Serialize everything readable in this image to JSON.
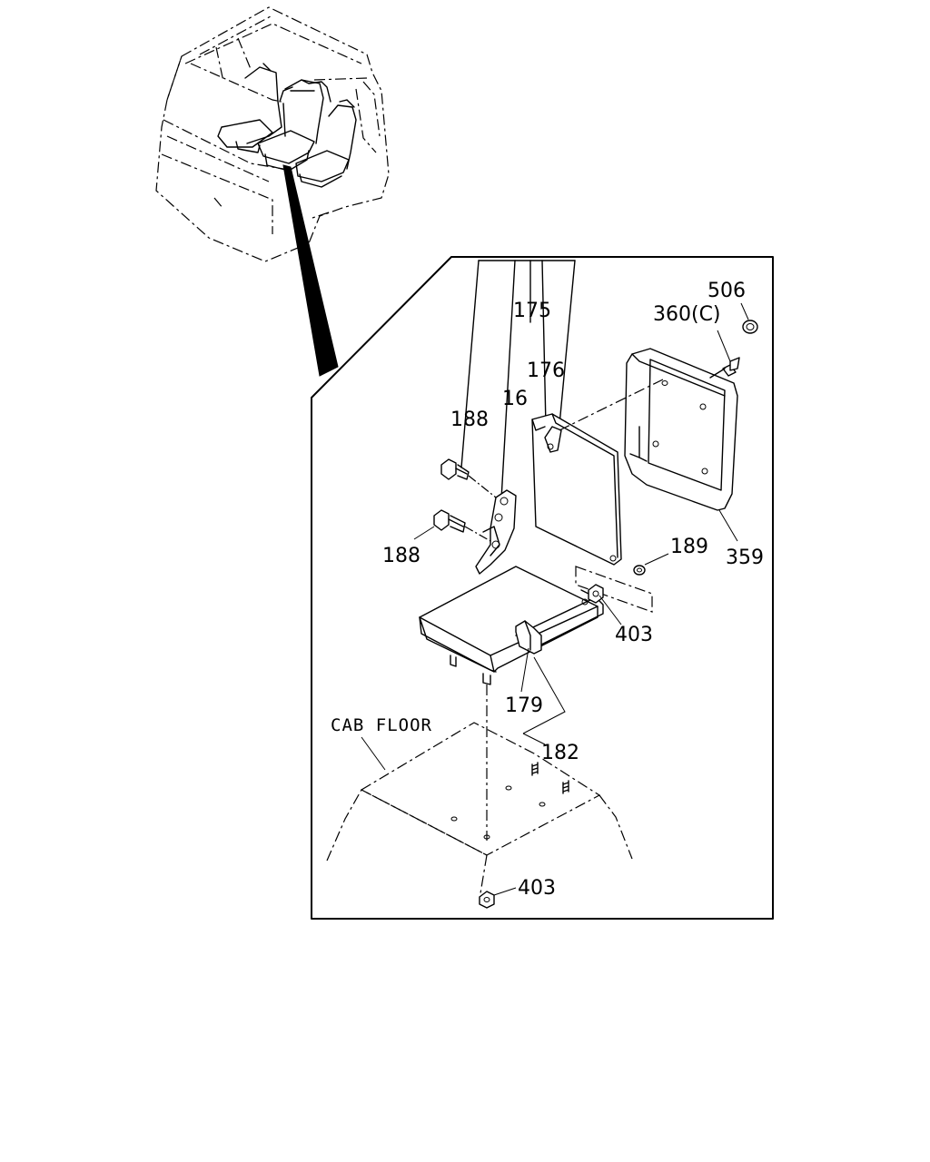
{
  "labels": {
    "l175": "175",
    "l176": "176",
    "l16": "16",
    "l188a": "188",
    "l188b": "188",
    "l506": "506",
    "l360": "360(C)",
    "l359": "359",
    "l189": "189",
    "l403a": "403",
    "l403b": "403",
    "l179": "179",
    "l182": "182",
    "cab_floor": "CAB FLOOR"
  }
}
